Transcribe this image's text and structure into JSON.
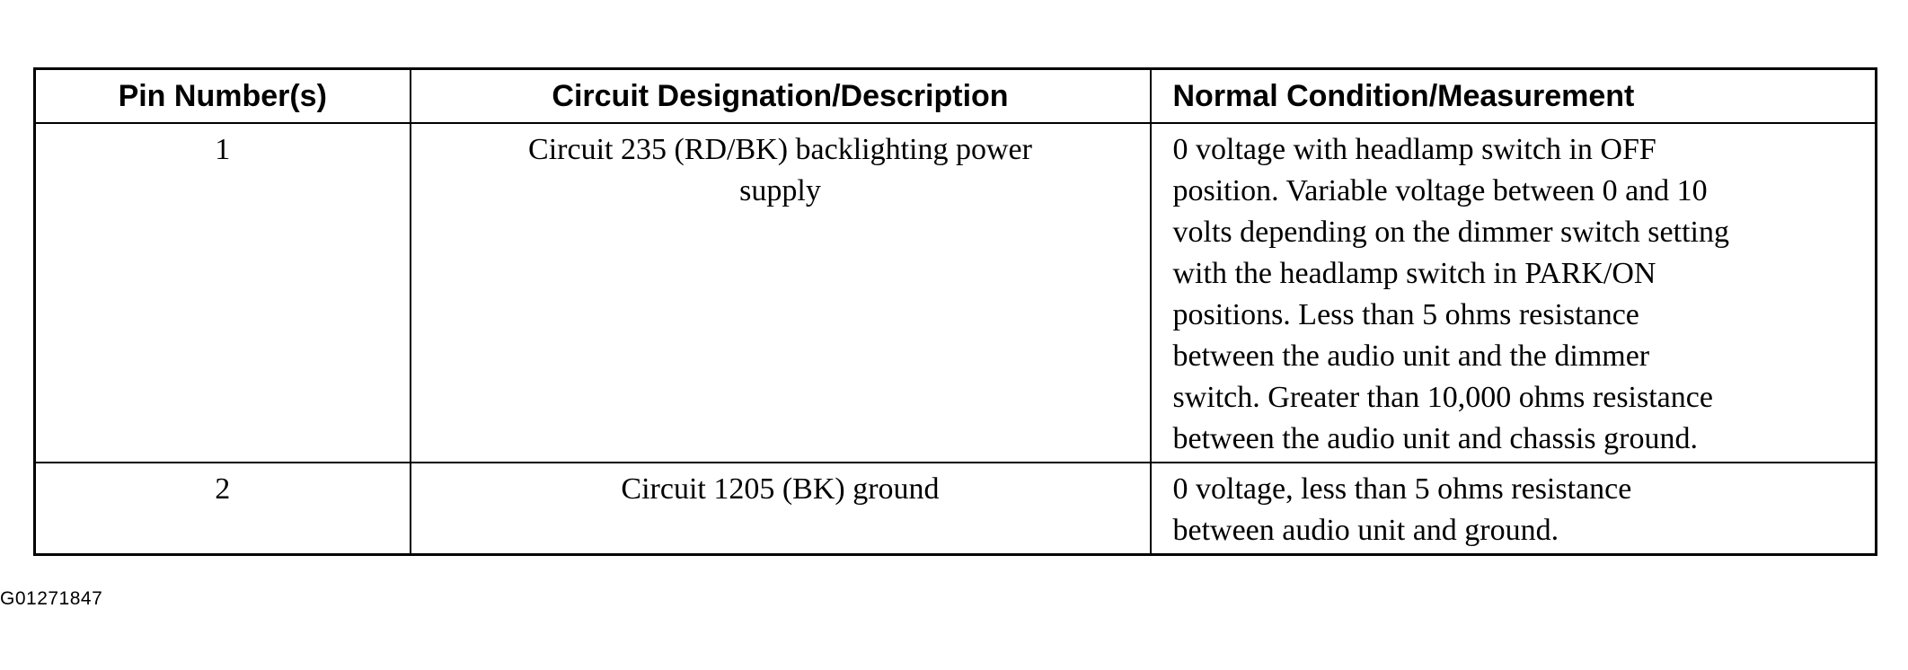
{
  "table": {
    "headers": {
      "pin": "Pin Number(s)",
      "circuit": "Circuit Designation/Description",
      "normal": "Normal Condition/Measurement"
    },
    "rows": [
      {
        "pin": "1",
        "circuit_lines": [
          "Circuit 235 (RD/BK) backlighting power",
          "supply"
        ],
        "normal_lines": [
          "0 voltage with headlamp switch in OFF",
          "position. Variable voltage between 0 and 10",
          "volts depending on the dimmer switch setting",
          "with the headlamp switch in PARK/ON",
          "positions. Less than 5 ohms resistance",
          "between the audio unit and the dimmer",
          "switch. Greater than 10,000 ohms resistance",
          "between the audio unit and chassis ground."
        ]
      },
      {
        "pin": "2",
        "circuit_lines": [
          "Circuit 1205 (BK) ground"
        ],
        "normal_lines": [
          "0 voltage, less than 5 ohms resistance",
          "between audio unit and ground."
        ]
      }
    ]
  },
  "caption": "G01271847"
}
